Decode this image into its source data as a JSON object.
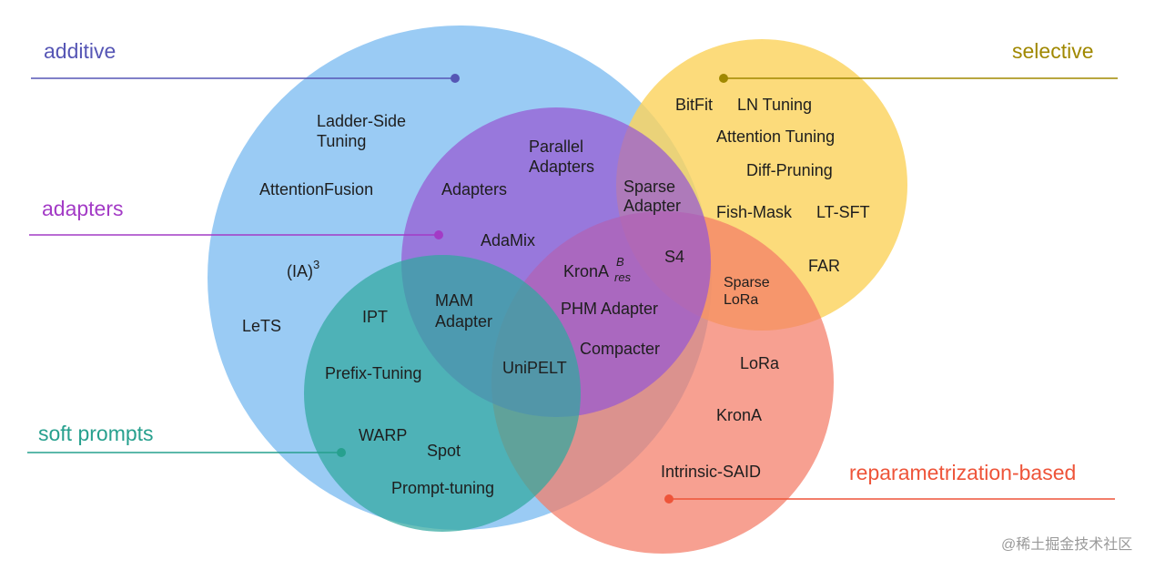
{
  "categories": {
    "additive": {
      "label": "additive",
      "color": "#5656b5",
      "fill": "#7dbdf1"
    },
    "selective": {
      "label": "selective",
      "color": "#a08800",
      "fill": "#fbd35e"
    },
    "adapters": {
      "label": "adapters",
      "color": "#a33bc6",
      "fill": "#9758d2"
    },
    "soft_prompts": {
      "label": "soft prompts",
      "color": "#27a08e",
      "fill": "#30a8a0"
    },
    "reparametrization": {
      "label": "reparametrization-based",
      "color": "#ee5439",
      "fill": "#f47c66"
    }
  },
  "methods": {
    "ladder_side_1": "Ladder-Side",
    "ladder_side_2": "Tuning",
    "attention_fusion": "AttentionFusion",
    "ia3": "(IA)",
    "ia3_sup": "3",
    "lets": "LeTS",
    "ipt": "IPT",
    "prefix_tuning": "Prefix-Tuning",
    "warp": "WARP",
    "spot": "Spot",
    "prompt_tuning": "Prompt-tuning",
    "adapters": "Adapters",
    "parallel_1": "Parallel",
    "parallel_2": "Adapters",
    "adamix": "AdaMix",
    "mam_1": "MAM",
    "mam_2": "Adapter",
    "unipelt": "UniPELT",
    "krona_res": "KronA",
    "krona_res_sup": "B",
    "krona_res_sub": "res",
    "phm_adapter": "PHM Adapter",
    "compacter": "Compacter",
    "sparse_adapter_1": "Sparse",
    "sparse_adapter_2": "Adapter",
    "s4": "S4",
    "bitfit": "BitFit",
    "ln_tuning": "LN Tuning",
    "attention_tuning": "Attention Tuning",
    "diff_pruning": "Diff-Pruning",
    "fish_mask": "Fish-Mask",
    "lt_sft": "LT-SFT",
    "far": "FAR",
    "sparse_lora_1": "Sparse",
    "sparse_lora_2": "LoRa",
    "lora": "LoRa",
    "krona": "KronA",
    "intrinsic_said": "Intrinsic-SAID"
  },
  "watermark": "@稀土掘金技术社区"
}
